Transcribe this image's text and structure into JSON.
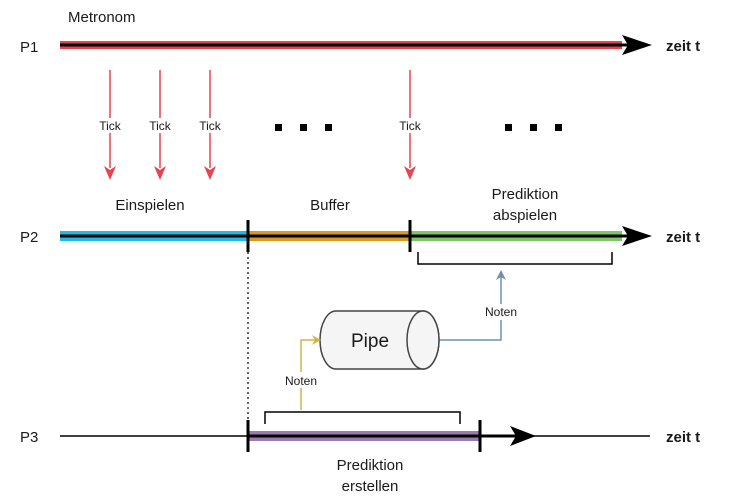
{
  "processes": {
    "p1": "P1",
    "p2": "P2",
    "p3": "P3"
  },
  "axis_label": "zeit t",
  "metronome_label": "Metronom",
  "tick_label": "Tick",
  "ellipsis": ". . .",
  "segments": {
    "einspielen": "Einspielen",
    "buffer": "Buffer",
    "prediktion_abspielen_line1": "Prediktion",
    "prediktion_abspielen_line2": "abspielen",
    "prediktion_erstellen_line1": "Prediktion",
    "prediktion_erstellen_line2": "erstellen"
  },
  "pipe_label": "Pipe",
  "noten_label": "Noten",
  "colors": {
    "metronome": "#e8434e",
    "einspielen": "#1ebbe6",
    "buffer": "#d99a1e",
    "abspielen": "#7fc66a",
    "erstellen": "#9b7bb2",
    "tick_arrow": "#e8434e",
    "noten_in": "#d6b24c",
    "noten_out": "#6e8fb5"
  }
}
